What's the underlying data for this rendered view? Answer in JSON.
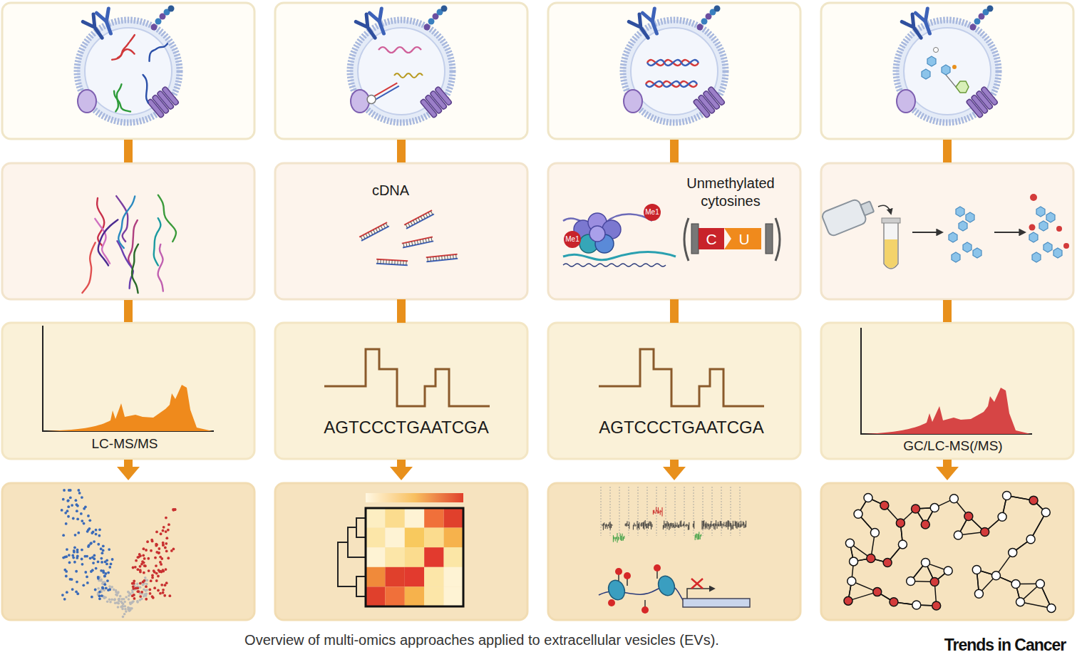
{
  "diagram": {
    "caption": "Overview of multi-omics approaches applied to extracellular vesicles (EVs).",
    "nodes": [
      {
        "text": [
          "cDNA"
        ]
      },
      {
        "text": [
          "Unmethylated cytosines"
        ]
      },
      {
        "text": [
          "LC-MS/MS"
        ]
      },
      {
        "text": [
          "AGTCCCTGAATCGA"
        ]
      },
      {
        "text": [
          "AGTCCCTGAATCGA"
        ]
      },
      {
        "text": [
          "GC/LC-MS(/MS)"
        ]
      }
    ],
    "edges": [
      {
        "from": 0,
        "to": 3,
        "arrow": "none"
      },
      {
        "from": 1,
        "to": 4,
        "arrow": "none"
      }
    ],
    "labels": [
      "Me1",
      "Me1",
      "C",
      "U",
      "Trends in Cancer"
    ]
  }
}
